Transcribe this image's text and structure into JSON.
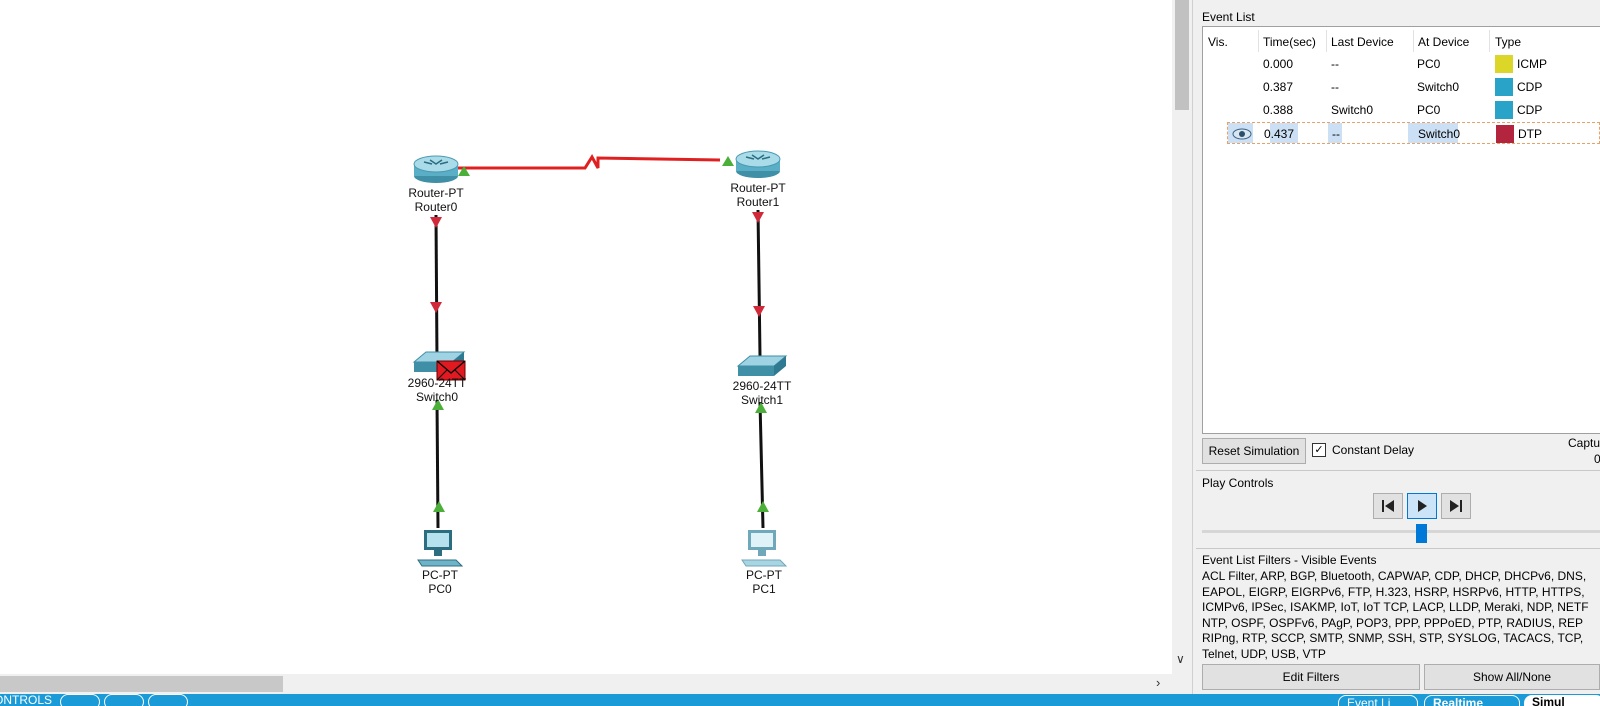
{
  "devices": [
    {
      "id": "router0",
      "model": "Router-PT",
      "name": "Router0"
    },
    {
      "id": "router1",
      "model": "Router-PT",
      "name": "Router1"
    },
    {
      "id": "switch0",
      "model": "2960-24TT",
      "name": "Switch0"
    },
    {
      "id": "switch1",
      "model": "2960-24TT",
      "name": "Switch1"
    },
    {
      "id": "pc0",
      "model": "PC-PT",
      "name": "PC0"
    },
    {
      "id": "pc1",
      "model": "PC-PT",
      "name": "PC1"
    }
  ],
  "event_list": {
    "title": "Event List",
    "columns": [
      "Vis.",
      "Time(sec)",
      "Last Device",
      "At Device",
      "Type"
    ],
    "rows": [
      {
        "time": "0.000",
        "last": "--",
        "at": "PC0",
        "type": "ICMP",
        "color": "#dbd628",
        "visible": false,
        "selected": false
      },
      {
        "time": "0.387",
        "last": "--",
        "at": "Switch0",
        "type": "CDP",
        "color": "#2aa3c8",
        "visible": false,
        "selected": false
      },
      {
        "time": "0.388",
        "last": "Switch0",
        "at": "PC0",
        "type": "CDP",
        "color": "#2aa3c8",
        "visible": false,
        "selected": false
      },
      {
        "time": "0.437",
        "last": "--",
        "at": "Switch0",
        "type": "DTP",
        "color": "#b3243f",
        "visible": true,
        "selected": true
      }
    ]
  },
  "sim_controls": {
    "reset_label": "Reset Simulation",
    "constant_delay_label": "Constant Delay",
    "constant_delay_checked": true,
    "capture_label": "Captu",
    "capture_value": "0"
  },
  "play_controls": {
    "title": "Play Controls",
    "speed_fraction": 0.55
  },
  "filters": {
    "title": "Event List Filters - Visible Events",
    "text": "ACL Filter, ARP, BGP, Bluetooth, CAPWAP, CDP, DHCP, DHCPv6, DNS,\nEAPOL, EIGRP, EIGRPv6, FTP, H.323, HSRP, HSRPv6, HTTP, HTTPS,\nICMPv6, IPSec, ISAKMP, IoT, IoT TCP, LACP, LLDP, Meraki, NDP, NETF\nNTP, OSPF, OSPFv6, PAgP, POP3, PPP, PPPoED, PTP, RADIUS, REP\nRIPng, RTP, SCCP, SMTP, SNMP, SSH, STP, SYSLOG, TACACS, TCP,\nTelnet, UDP, USB, VTP",
    "edit_label": "Edit Filters",
    "show_label": "Show All/None"
  },
  "bottom_bar": {
    "controls_label": "ONTROLS",
    "tab_event_list": "Event Li",
    "tab_realtime": "Realtime",
    "tab_simulation": "Simul"
  },
  "colors": {
    "link_serial": "#e02020",
    "link_ethernet": "#111111",
    "port_down": "#d0293a",
    "port_up": "#4caf3a",
    "accent": "#1a9ad6"
  }
}
